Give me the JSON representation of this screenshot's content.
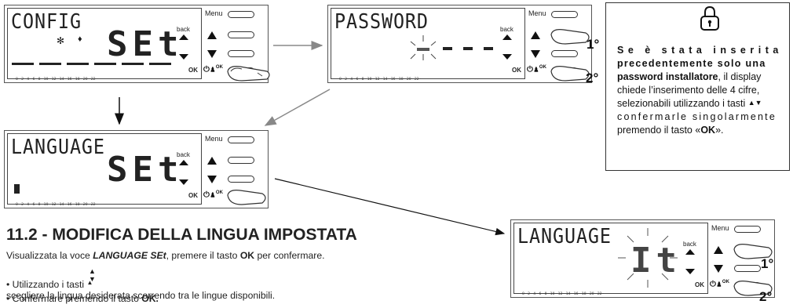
{
  "panel_config": {
    "label1": "CONFIG",
    "label2": "SEt",
    "back": "back",
    "ok": "OK",
    "menu": "Menu",
    "scale": "0 · 2 · 4 · 6 · 8 · 10 · 12 · 14 · 16 · 18 · 20 · 22 ·"
  },
  "panel_password": {
    "label1": "PASSWORD",
    "back": "back",
    "ok": "OK",
    "menu": "Menu",
    "scale": "0 · 2 · 4 · 6 · 8 · 10 · 12 · 14 · 16 · 18 · 20 · 22 ·",
    "num1": "1°",
    "num2": "2°"
  },
  "panel_language": {
    "label1": "LANGUAGE",
    "label2": "SEt",
    "back": "back",
    "ok": "OK",
    "menu": "Menu",
    "scale": "0 · 2 · 4 · 6 · 8 · 10 · 12 · 14 · 16 · 18 · 20 · 22 ·"
  },
  "panel_language_it": {
    "label1": "LANGUAGE",
    "label2": "It",
    "back": "back",
    "ok": "OK",
    "menu": "Menu",
    "scale": "0 · 2 · 4 · 6 · 8 · 10 · 12 · 14 · 16 · 18 · 20 · 22 ·",
    "num1": "1°",
    "num2": "2°"
  },
  "info": {
    "line1": "Se è stata inserita",
    "line2": "precedentemente solo una",
    "line3a": "password installatore",
    "line3b": ", il display",
    "line4": "chiede l’inserimento delle 4 cifre,",
    "line5": "selezionabili utilizzando i tasti",
    "line6": "confermarle singolarmente",
    "line7a": "premendo il tasto «",
    "line7b": "OK",
    "line7c": "»."
  },
  "section": {
    "title": "11.2 - MODIFICA DELLA LINGUA IMPOSTATA",
    "p1a": "Visualizzata la voce ",
    "p1b": "LANGUAGE SEt",
    "p1c": ", premere il tasto ",
    "p1d": "OK",
    "p1e": " per confermare.",
    "b1a": "• Utilizzando i tasti ",
    "b1b": " scegliere la lingua desiderata scorrendo tra le lingue disponibili.",
    "b2a": "• Confermare premendo il tasto ",
    "b2b": "OK."
  }
}
